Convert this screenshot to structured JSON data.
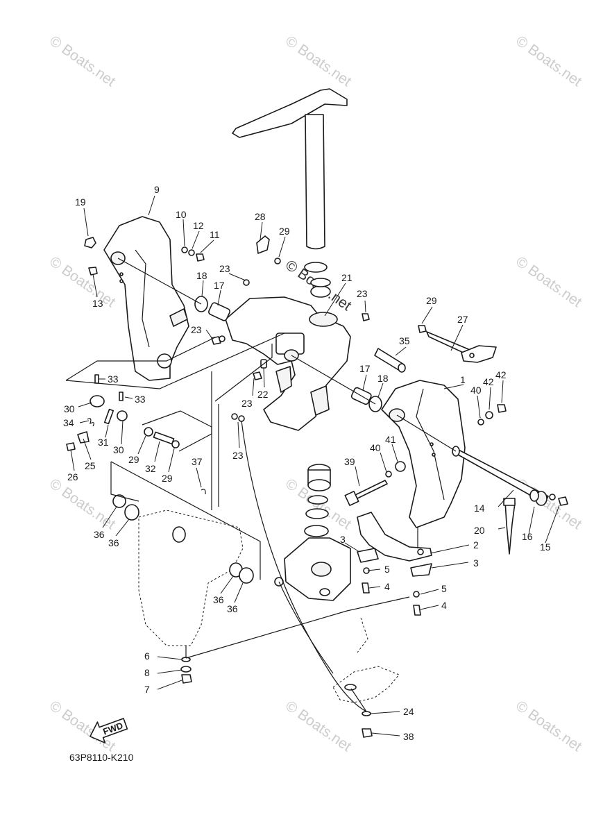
{
  "diagram_code": "63P8110-K210",
  "fwd_label": "FWD",
  "watermark": "© Boats.net",
  "parts": [
    "1",
    "2",
    "3",
    "4",
    "5",
    "6",
    "7",
    "8",
    "9",
    "10",
    "11",
    "12",
    "13",
    "14",
    "15",
    "16",
    "17",
    "18",
    "19",
    "20",
    "21",
    "22",
    "23",
    "24",
    "25",
    "26",
    "27",
    "28",
    "29",
    "30",
    "31",
    "32",
    "33",
    "34",
    "35",
    "36",
    "37",
    "38",
    "39",
    "40",
    "41",
    "42"
  ]
}
